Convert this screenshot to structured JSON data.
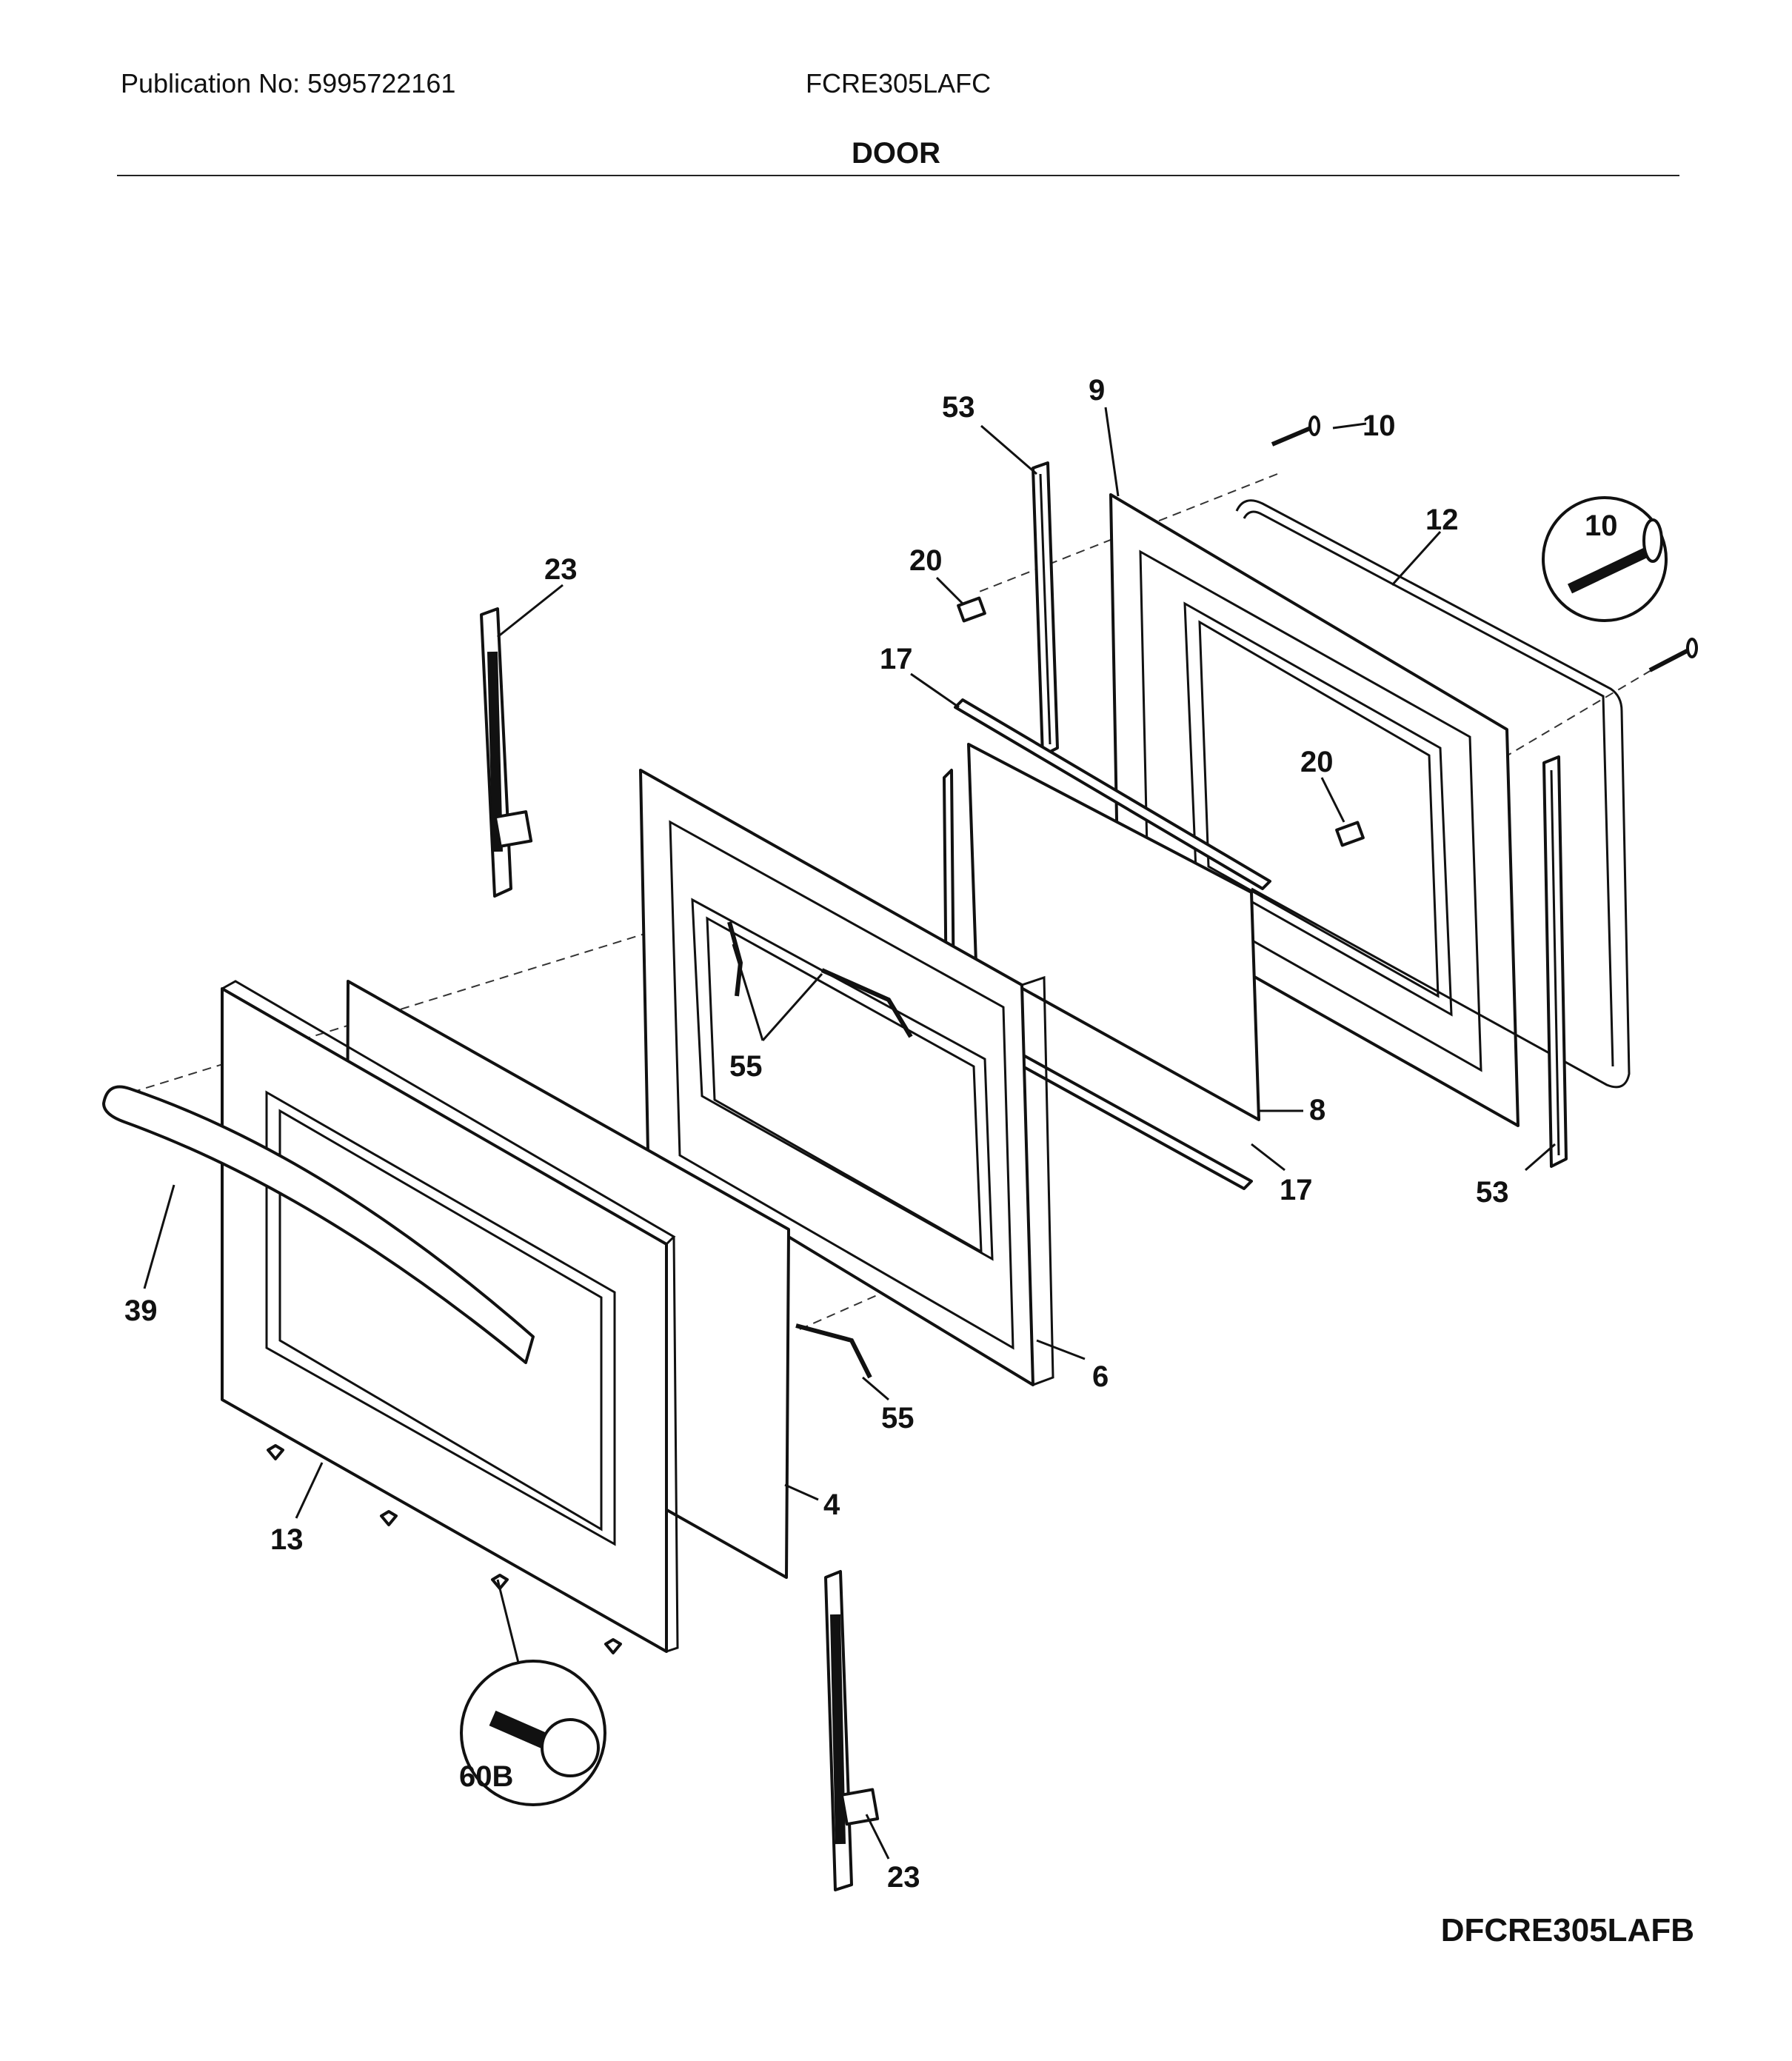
{
  "header": {
    "publication": "Publication No: 5995722161",
    "model": "FCRE305LAFC",
    "title": "DOOR"
  },
  "diagram_code": "DFCRE305LAFB",
  "callouts": [
    "53",
    "9",
    "10",
    "12",
    "10",
    "20",
    "23",
    "17",
    "20",
    "55",
    "8",
    "17",
    "53",
    "39",
    "6",
    "55",
    "4",
    "13",
    "60B",
    "23"
  ]
}
